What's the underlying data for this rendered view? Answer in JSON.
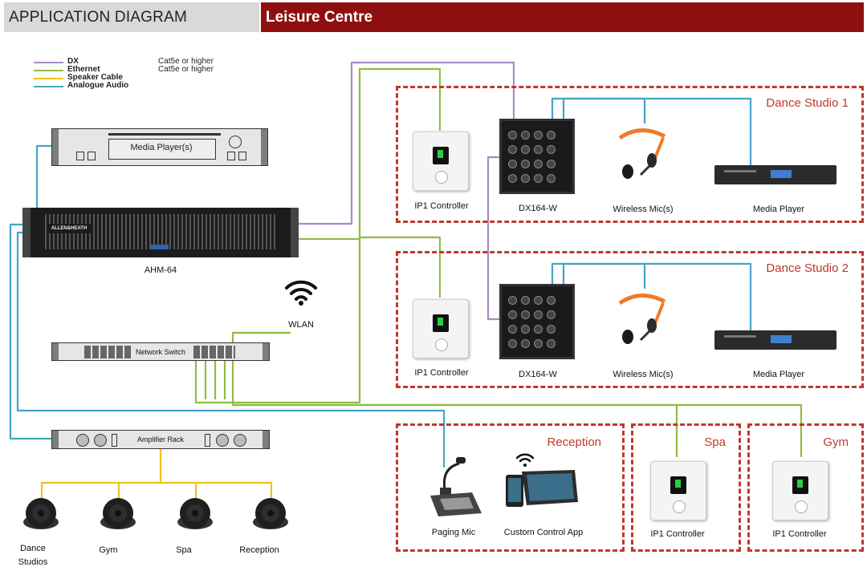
{
  "header": {
    "left_title": "APPLICATION DIAGRAM",
    "right_title": "Leisure Centre"
  },
  "legend": [
    {
      "label": "DX",
      "note": "Cat5e or higher",
      "color": "#a78bc4"
    },
    {
      "label": "Ethernet",
      "note": "Cat5e or higher",
      "color": "#8fbc45"
    },
    {
      "label": "Speaker Cable",
      "note": "",
      "color": "#f2c01a"
    },
    {
      "label": "Analogue Audio",
      "note": "",
      "color": "#45a5c4"
    }
  ],
  "colors": {
    "dx": "#a78bc4",
    "ethernet": "#8fbc45",
    "speaker": "#f2c01a",
    "analogue": "#45a5c4",
    "zone": "#c0392b",
    "header_accent": "#8f0f10"
  },
  "devices": {
    "media_players": "Media Player(s)",
    "ahm": "AHM-64",
    "wlan": "WLAN",
    "network_switch": "Network Switch",
    "amplifier_rack": "Amplifier Rack"
  },
  "speakers": [
    {
      "label": "Dance\nStudios"
    },
    {
      "label": "Gym"
    },
    {
      "label": "Spa"
    },
    {
      "label": "Reception"
    }
  ],
  "zones": {
    "dance1": {
      "title": "Dance Studio 1",
      "ip1": "IP1 Controller",
      "dx": "DX164-W",
      "mic": "Wireless Mic(s)",
      "player": "Media Player"
    },
    "dance2": {
      "title": "Dance Studio 2",
      "ip1": "IP1 Controller",
      "dx": "DX164-W",
      "mic": "Wireless Mic(s)",
      "player": "Media Player"
    },
    "reception": {
      "title": "Reception",
      "paging": "Paging Mic",
      "app": "Custom Control App"
    },
    "spa": {
      "title": "Spa",
      "ip1": "IP1 Controller"
    },
    "gym": {
      "title": "Gym",
      "ip1": "IP1 Controller"
    }
  },
  "icons": [
    "wifi-icon",
    "headset-mic-icon",
    "paging-mic-icon",
    "tablet-icon",
    "phone-icon",
    "speaker-icon"
  ]
}
